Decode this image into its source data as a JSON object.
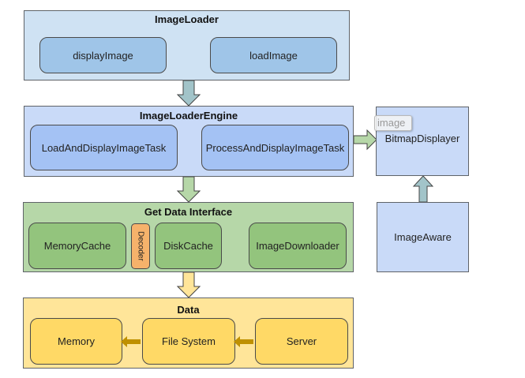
{
  "colors": {
    "loader_group": "#cfe2f3",
    "loader_node": "#9fc5e8",
    "engine_group": "#c9daf8",
    "engine_node": "#a4c2f4",
    "getdata_group": "#b6d7a8",
    "getdata_node": "#93c47d",
    "decoder": "#f6b26b",
    "data_group": "#ffe599",
    "data_node": "#ffd966",
    "side_box": "#c9daf8",
    "arrow_teal": "#a2c4c9",
    "arrow_green": "#b6d7a8",
    "arrow_yellow": "#ffe599",
    "arrow_gold": "#bf9000"
  },
  "image_loader": {
    "title": "ImageLoader",
    "nodes": [
      "displayImage",
      "loadImage"
    ]
  },
  "engine": {
    "title": "ImageLoaderEngine",
    "nodes": [
      "LoadAndDisplayImageTask",
      "ProcessAndDisplayImageTask"
    ]
  },
  "get_data": {
    "title": "Get Data Interface",
    "nodes": [
      "MemoryCache",
      "Decoder",
      "DiskCache",
      "ImageDownloader"
    ]
  },
  "data": {
    "title": "Data",
    "nodes": [
      "Memory",
      "File System",
      "Server"
    ]
  },
  "side": {
    "bitmap_displayer": "BitmapDisplayer",
    "image_aware": "ImageAware",
    "tooltip": "image"
  }
}
